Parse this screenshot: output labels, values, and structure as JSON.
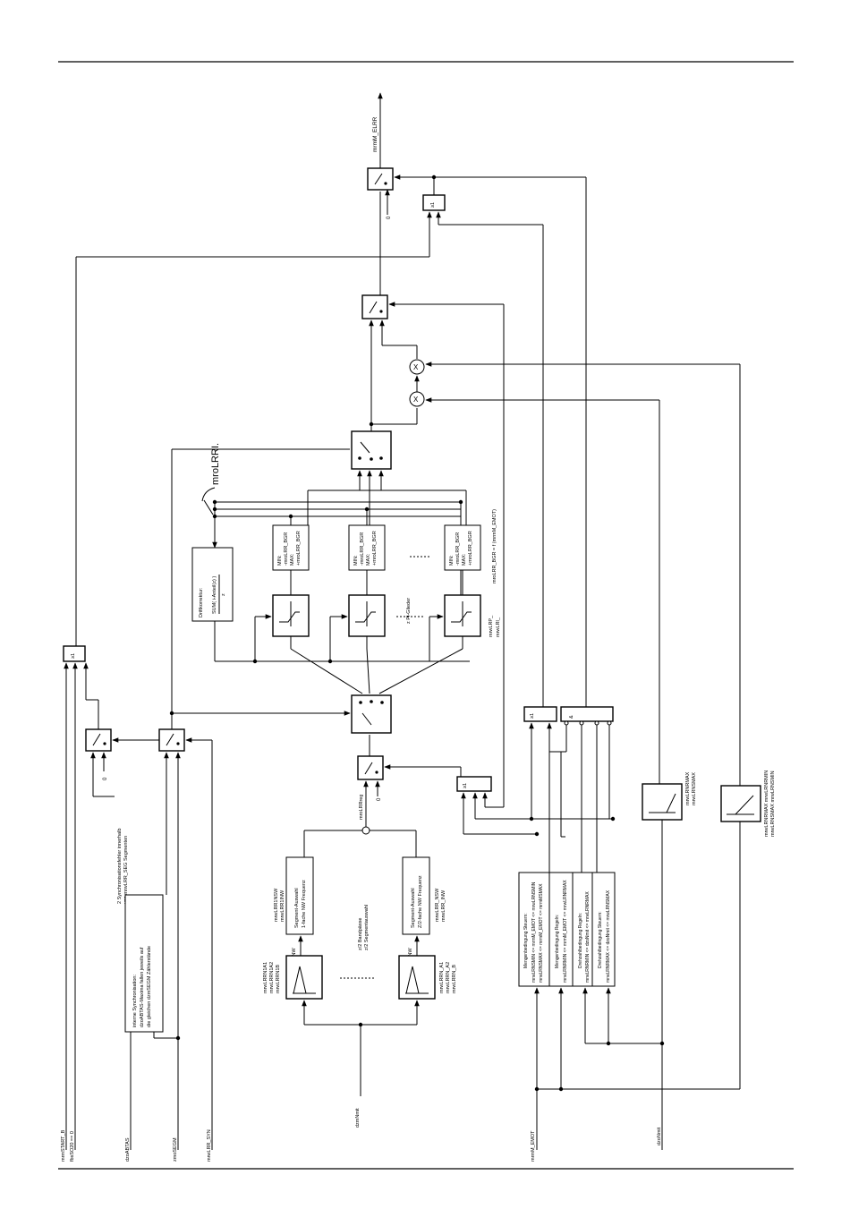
{
  "diagram": {
    "inputs": {
      "start": "mrmSTART_B",
      "fbs": "fbsSO20 == 0",
      "dza": "dzoABTAS",
      "zmo": "zmoSEGM",
      "syn": "mrwLRR_SYN",
      "dzm": "dzmNmit",
      "emot": "mrmM_EMOT",
      "dzonmit": "dzoNmit"
    },
    "output": "mrmM_ELRR",
    "labels": {
      "mroLRRI": "mroLRRI.",
      "mroLRRreg": "mroLRRreg",
      "zero": "0",
      "or_mark": "≥1",
      "amp_mark": "&",
      "pi_glieder": "z PI-Glieder",
      "mrwLRP": "mrwLRP_",
      "mrwLRI": "mrwLRI_",
      "mroLRR_BGR_f": "mroLRR_BGR = f (mrmM_EMOT)",
      "dots": "......."
    },
    "drift": {
      "title": "Driftkorrektur:",
      "formula": "SUM( i-Anteil(z) )",
      "divisor": "z"
    },
    "limiters": [
      [
        "MIN:",
        "-mroLRR_BGR",
        "MAX:",
        "+mroLRR_BGR"
      ],
      [
        "MIN:",
        "-mroLRR_BGR",
        "MAX:",
        "+mroLRR_BGR"
      ],
      [
        "MIN:",
        "-mroLRR_BGR",
        "MAX:",
        "+mroLRR_BGR"
      ]
    ],
    "segment": {
      "upper_title": "Segment-Auswahl",
      "upper_sub": "1-fache NW Frequenz",
      "upper_in1": "mrwLRR1NSW",
      "upper_in2": "mrwLRR1INW",
      "upper_out": "mroLRR1NW",
      "lower_title": "Segment-Auswahl",
      "lower_sub": "Z/2-fache NW Frequenz",
      "lower_in1": "mrwLRR_NSW",
      "lower_in2": "mrwLRR_INW",
      "lower_out": "mroLRR_NW"
    },
    "bandpass": {
      "upper": [
        "mrwLRRN1A1",
        "mrwLRRN1A2",
        "mrwLRRN1B"
      ],
      "lower": [
        "mrwLRRN_A1",
        "mrwLRRN_A2",
        "mrwLRRN_B"
      ],
      "note1": "z/2 Bandpässe",
      "note2": "z/2 Segmentauswahl"
    },
    "sync_note": [
      "2 Synchronisationsfehler innerhalb",
      "von mrwLRR_SEG Segmenten"
    ],
    "sync_box": [
      "interne Synchronisation:",
      "dzoABTAS-Maxima fallen jeweils auf",
      "die gleichen dzmSEGM Zählerstände"
    ],
    "conditions": [
      [
        "Mengenbedingung Steuern:",
        "mrwLRNSMIN <= mrmM_EMOT <= mrwLRNSMIN",
        "mrwLRNSMAX <= mrmM_EMOT <= mrmMSMAX"
      ],
      [
        "Mengenbedingung Regeln:",
        "mrwLRNRMIN <= mrmM_EMOT <= mrwLRNRMAX"
      ],
      [
        "Drehzahlbedingung Regeln:",
        "mrwLRNRMIN <= dzoNmit <= mrwLRNRMAX"
      ],
      [
        "Drehzahlbedingung Steuern:",
        "mrwLRNRMAX <= dzoNmit <= mrwLRNSMAX"
      ]
    ],
    "ramps": {
      "r1": [
        "mrwLRNRMAX",
        "mrwLRNSMAX"
      ],
      "r2": [
        "mrwLRNRMAX mrwLRNRMIN",
        "mrwLRNSMAX mrwLRNSMIN"
      ]
    }
  }
}
